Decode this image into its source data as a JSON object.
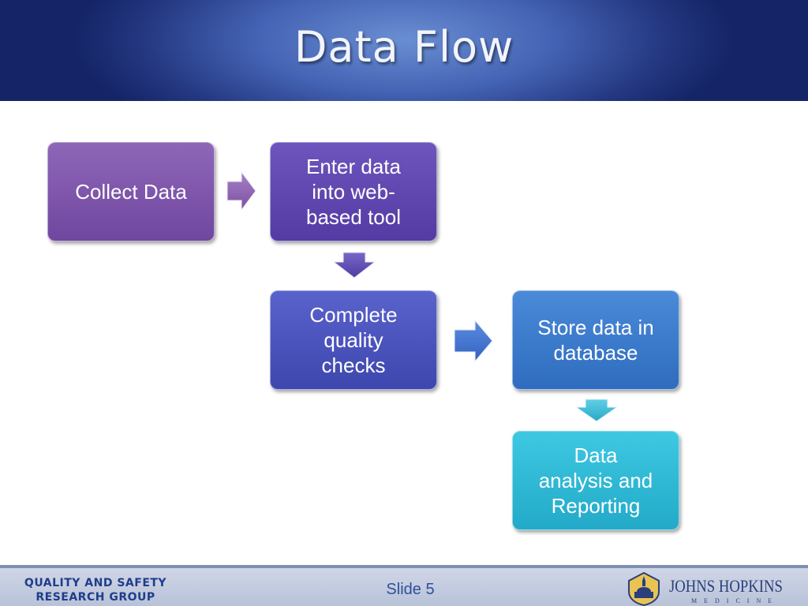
{
  "title": "Data Flow",
  "colors": {
    "collect": "#8e66b8",
    "enter": "#6e55bd",
    "quality": "#5a62cc",
    "store": "#4a8ad8",
    "analysis": "#3ec8e2"
  },
  "diagram": {
    "nodes": {
      "collect": "Collect Data",
      "enter": "Enter data\ninto web-\nbased tool",
      "quality": "Complete\nquality\nchecks",
      "store": "Store data in\ndatabase",
      "analysis": "Data\nanalysis and\nReporting"
    },
    "edges": [
      [
        "collect",
        "enter"
      ],
      [
        "enter",
        "quality"
      ],
      [
        "quality",
        "store"
      ],
      [
        "store",
        "analysis"
      ]
    ]
  },
  "footer": {
    "org_line1": "QUALITY AND SAFETY",
    "org_line2": "RESEARCH GROUP",
    "slide": "Slide 5",
    "brand_name": "JOHNS HOPKINS",
    "brand_sub": "MEDICINE",
    "brand_icon": "dome-shield-icon"
  }
}
